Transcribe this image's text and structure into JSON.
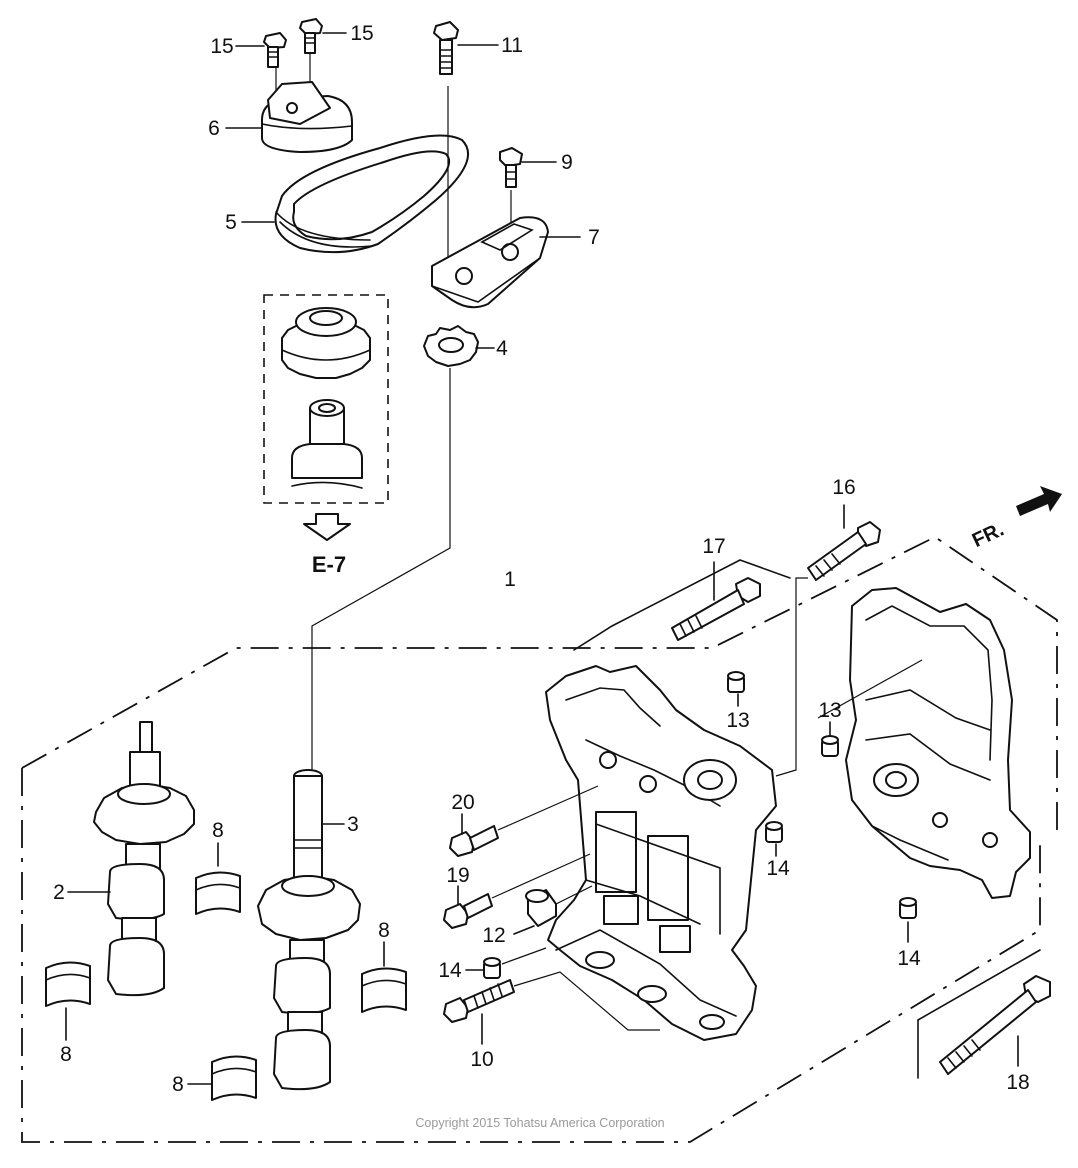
{
  "diagram": {
    "callouts": {
      "c1": "1",
      "c2": "2",
      "c3": "3",
      "c4": "4",
      "c5": "5",
      "c6": "6",
      "c7": "7",
      "c8a": "8",
      "c8b": "8",
      "c8c": "8",
      "c8d": "8",
      "c9": "9",
      "c10": "10",
      "c11": "11",
      "c12": "12",
      "c13a": "13",
      "c13b": "13",
      "c14a": "14",
      "c14b": "14",
      "c14c": "14",
      "c15a": "15",
      "c15b": "15",
      "c16": "16",
      "c17": "17",
      "c18": "18",
      "c19": "19",
      "c20": "20"
    },
    "reference_label": "E-7",
    "front_indicator": "FR.",
    "copyright": "Copyright 2015 Tohatsu America Corporation"
  },
  "icons": {
    "reference_arrow": "down-arrow-outline-icon",
    "front_arrow": "right-arrow-filled-icon"
  }
}
